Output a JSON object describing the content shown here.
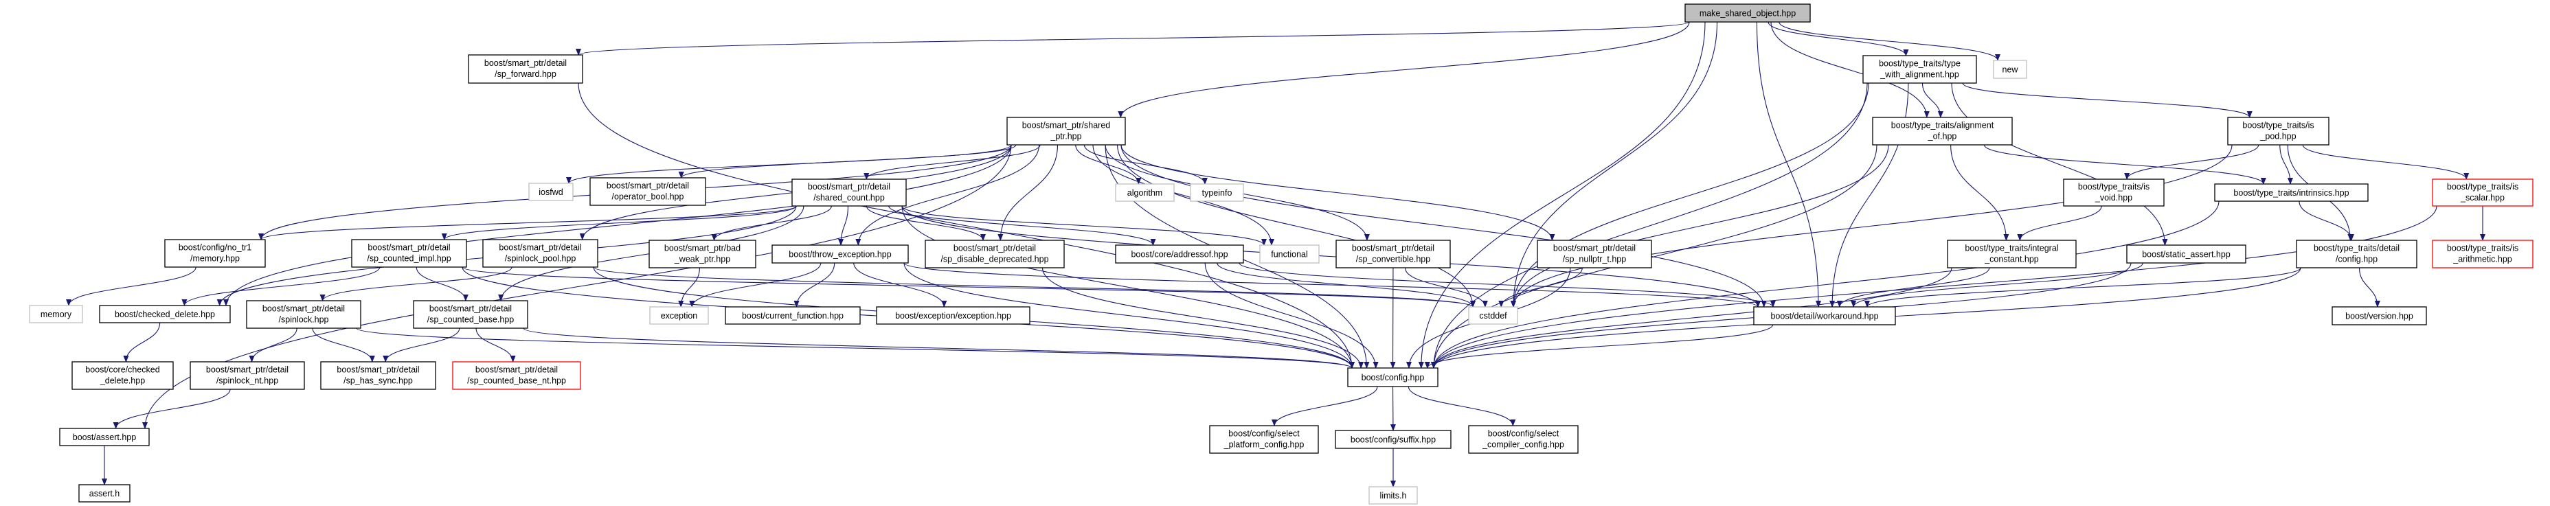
{
  "colors": {
    "edge": "#191970",
    "root_fill": "#bfbfbf",
    "node_border": "#000000",
    "system_border": "#bfbfbf",
    "truncated_border": "#ff0000"
  },
  "nodes": [
    {
      "lines": [
        "make_shared_object.hpp"
      ],
      "kind": "root"
    },
    {
      "lines": [
        "boost/smart_ptr/detail",
        "/sp_forward.hpp"
      ],
      "kind": "normal"
    },
    {
      "lines": [
        "boost/type_traits/type",
        "_with_alignment.hpp"
      ],
      "kind": "normal"
    },
    {
      "lines": [
        "new"
      ],
      "kind": "system"
    },
    {
      "lines": [
        "boost/smart_ptr/shared",
        "_ptr.hpp"
      ],
      "kind": "normal"
    },
    {
      "lines": [
        "boost/type_traits/alignment",
        "_of.hpp"
      ],
      "kind": "normal"
    },
    {
      "lines": [
        "boost/type_traits/is",
        "_pod.hpp"
      ],
      "kind": "normal"
    },
    {
      "lines": [
        "iosfwd"
      ],
      "kind": "system"
    },
    {
      "lines": [
        "boost/smart_ptr/detail",
        "/operator_bool.hpp"
      ],
      "kind": "normal"
    },
    {
      "lines": [
        "boost/smart_ptr/detail",
        "/shared_count.hpp"
      ],
      "kind": "normal"
    },
    {
      "lines": [
        "algorithm"
      ],
      "kind": "system"
    },
    {
      "lines": [
        "typeinfo"
      ],
      "kind": "system"
    },
    {
      "lines": [
        "boost/type_traits/is",
        "_void.hpp"
      ],
      "kind": "normal"
    },
    {
      "lines": [
        "boost/type_traits/intrinsics.hpp"
      ],
      "kind": "normal"
    },
    {
      "lines": [
        "boost/type_traits/is",
        "_scalar.hpp"
      ],
      "kind": "truncated"
    },
    {
      "lines": [
        "boost/config/no_tr1",
        "/memory.hpp"
      ],
      "kind": "normal"
    },
    {
      "lines": [
        "boost/smart_ptr/detail",
        "/sp_counted_impl.hpp"
      ],
      "kind": "normal"
    },
    {
      "lines": [
        "boost/smart_ptr/detail",
        "/spinlock_pool.hpp"
      ],
      "kind": "normal"
    },
    {
      "lines": [
        "boost/smart_ptr/bad",
        "_weak_ptr.hpp"
      ],
      "kind": "normal"
    },
    {
      "lines": [
        "boost/throw_exception.hpp"
      ],
      "kind": "normal"
    },
    {
      "lines": [
        "boost/smart_ptr/detail",
        "/sp_disable_deprecated.hpp"
      ],
      "kind": "normal"
    },
    {
      "lines": [
        "boost/core/addressof.hpp"
      ],
      "kind": "normal"
    },
    {
      "lines": [
        "functional"
      ],
      "kind": "system"
    },
    {
      "lines": [
        "boost/smart_ptr/detail",
        "/sp_convertible.hpp"
      ],
      "kind": "normal"
    },
    {
      "lines": [
        "boost/smart_ptr/detail",
        "/sp_nullptr_t.hpp"
      ],
      "kind": "normal"
    },
    {
      "lines": [
        "boost/type_traits/integral",
        "_constant.hpp"
      ],
      "kind": "normal"
    },
    {
      "lines": [
        "boost/static_assert.hpp"
      ],
      "kind": "normal"
    },
    {
      "lines": [
        "boost/type_traits/detail",
        "/config.hpp"
      ],
      "kind": "normal"
    },
    {
      "lines": [
        "boost/type_traits/is",
        "_arithmetic.hpp"
      ],
      "kind": "truncated"
    },
    {
      "lines": [
        "memory"
      ],
      "kind": "system"
    },
    {
      "lines": [
        "boost/checked_delete.hpp"
      ],
      "kind": "normal"
    },
    {
      "lines": [
        "boost/smart_ptr/detail",
        "/spinlock.hpp"
      ],
      "kind": "normal"
    },
    {
      "lines": [
        "boost/smart_ptr/detail",
        "/sp_counted_base.hpp"
      ],
      "kind": "normal"
    },
    {
      "lines": [
        "exception"
      ],
      "kind": "system"
    },
    {
      "lines": [
        "boost/current_function.hpp"
      ],
      "kind": "normal"
    },
    {
      "lines": [
        "boost/exception/exception.hpp"
      ],
      "kind": "normal"
    },
    {
      "lines": [
        "cstddef"
      ],
      "kind": "system"
    },
    {
      "lines": [
        "boost/detail/workaround.hpp"
      ],
      "kind": "normal"
    },
    {
      "lines": [
        "boost/version.hpp"
      ],
      "kind": "normal"
    },
    {
      "lines": [
        "boost/core/checked",
        "_delete.hpp"
      ],
      "kind": "normal"
    },
    {
      "lines": [
        "boost/smart_ptr/detail",
        "/spinlock_nt.hpp"
      ],
      "kind": "normal"
    },
    {
      "lines": [
        "boost/smart_ptr/detail",
        "/sp_has_sync.hpp"
      ],
      "kind": "normal"
    },
    {
      "lines": [
        "boost/smart_ptr/detail",
        "/sp_counted_base_nt.hpp"
      ],
      "kind": "truncated"
    },
    {
      "lines": [
        "boost/config.hpp"
      ],
      "kind": "normal"
    },
    {
      "lines": [
        "boost/config/select",
        "_platform_config.hpp"
      ],
      "kind": "normal"
    },
    {
      "lines": [
        "boost/config/suffix.hpp"
      ],
      "kind": "normal"
    },
    {
      "lines": [
        "boost/config/select",
        "_compiler_config.hpp"
      ],
      "kind": "normal"
    },
    {
      "lines": [
        "boost/assert.hpp"
      ],
      "kind": "normal"
    },
    {
      "lines": [
        "assert.h"
      ],
      "kind": "normal"
    },
    {
      "lines": [
        "limits.h"
      ],
      "kind": "system"
    }
  ],
  "edges": [
    [
      0,
      1
    ],
    [
      0,
      4
    ],
    [
      0,
      2
    ],
    [
      0,
      3
    ],
    [
      0,
      5
    ],
    [
      0,
      36
    ],
    [
      0,
      43
    ],
    [
      0,
      37
    ],
    [
      1,
      43
    ],
    [
      4,
      8
    ],
    [
      4,
      7
    ],
    [
      4,
      15
    ],
    [
      4,
      30
    ],
    [
      4,
      47
    ],
    [
      4,
      9
    ],
    [
      4,
      10
    ],
    [
      4,
      11
    ],
    [
      4,
      19
    ],
    [
      4,
      20
    ],
    [
      4,
      22
    ],
    [
      4,
      23
    ],
    [
      4,
      24
    ],
    [
      4,
      36
    ],
    [
      4,
      43
    ],
    [
      4,
      37
    ],
    [
      4,
      17
    ],
    [
      9,
      30
    ],
    [
      9,
      19
    ],
    [
      9,
      18
    ],
    [
      9,
      32
    ],
    [
      9,
      16
    ],
    [
      9,
      20
    ],
    [
      9,
      37
    ],
    [
      9,
      43
    ],
    [
      9,
      22
    ],
    [
      9,
      21
    ],
    [
      9,
      15
    ],
    [
      16,
      30
    ],
    [
      16,
      32
    ],
    [
      16,
      43
    ],
    [
      16,
      36
    ],
    [
      17,
      31
    ],
    [
      17,
      43
    ],
    [
      17,
      36
    ],
    [
      15,
      29
    ],
    [
      30,
      39
    ],
    [
      31,
      40
    ],
    [
      31,
      41
    ],
    [
      31,
      43
    ],
    [
      32,
      41
    ],
    [
      32,
      42
    ],
    [
      32,
      43
    ],
    [
      40,
      47
    ],
    [
      47,
      48
    ],
    [
      18,
      33
    ],
    [
      19,
      33
    ],
    [
      19,
      34
    ],
    [
      19,
      35
    ],
    [
      19,
      43
    ],
    [
      19,
      37
    ],
    [
      20,
      43
    ],
    [
      21,
      43
    ],
    [
      21,
      36
    ],
    [
      21,
      37
    ],
    [
      23,
      43
    ],
    [
      23,
      36
    ],
    [
      24,
      43
    ],
    [
      24,
      36
    ],
    [
      43,
      44
    ],
    [
      43,
      45
    ],
    [
      43,
      46
    ],
    [
      45,
      49
    ],
    [
      2,
      5
    ],
    [
      2,
      6
    ],
    [
      2,
      26
    ],
    [
      2,
      43
    ],
    [
      2,
      37
    ],
    [
      2,
      36
    ],
    [
      5,
      13
    ],
    [
      5,
      25
    ],
    [
      5,
      36
    ],
    [
      5,
      43
    ],
    [
      6,
      12
    ],
    [
      6,
      13
    ],
    [
      6,
      14
    ],
    [
      6,
      27
    ],
    [
      6,
      36
    ],
    [
      12,
      25
    ],
    [
      13,
      27
    ],
    [
      13,
      43
    ],
    [
      14,
      28
    ],
    [
      14,
      43
    ],
    [
      25,
      37
    ],
    [
      25,
      43
    ],
    [
      26,
      37
    ],
    [
      26,
      43
    ],
    [
      27,
      37
    ],
    [
      27,
      38
    ],
    [
      27,
      43
    ],
    [
      37,
      43
    ]
  ]
}
